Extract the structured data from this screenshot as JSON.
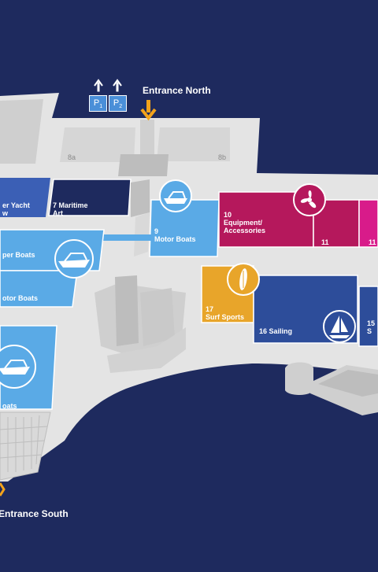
{
  "entrances": {
    "north": "Entrance North",
    "south": "Entrance South"
  },
  "parking": [
    {
      "letter": "P",
      "num": "1"
    },
    {
      "letter": "P",
      "num": "2"
    }
  ],
  "halls": {
    "h8a": "8a",
    "h8b": "8b",
    "h7": "7 Maritime\nArt",
    "h_superyacht": "er Yacht\nw",
    "h9": "9\nMotor Boats",
    "h10": "10\nEquipment/\nAccessories",
    "h11a": "11",
    "h11b": "11",
    "h_superboats": "per Boats",
    "h_motorboats": "otor Boats",
    "h17": "17\nSurf Sports",
    "h16": "16 Sailing",
    "h15": "15 S",
    "h_boats": "oats"
  },
  "colors": {
    "background": "#1e2a5e",
    "ground": "#e3e3e3",
    "hall_dark_navy": "#1e2a5e",
    "hall_motor_blue": "#5aaae6",
    "hall_magenta": "#b5185c",
    "hall_pink": "#d81b8a",
    "hall_sailing": "#2d4d9a",
    "hall_surf": "#e8a52a",
    "entrance_arrow": "#f3a31b",
    "parking": "#4a8fd8"
  },
  "icons": [
    "motorboat-icon",
    "propeller-icon",
    "surfboard-icon",
    "sailboat-icon",
    "arrow-up-icon",
    "arrow-down-icon",
    "building-icon"
  ]
}
